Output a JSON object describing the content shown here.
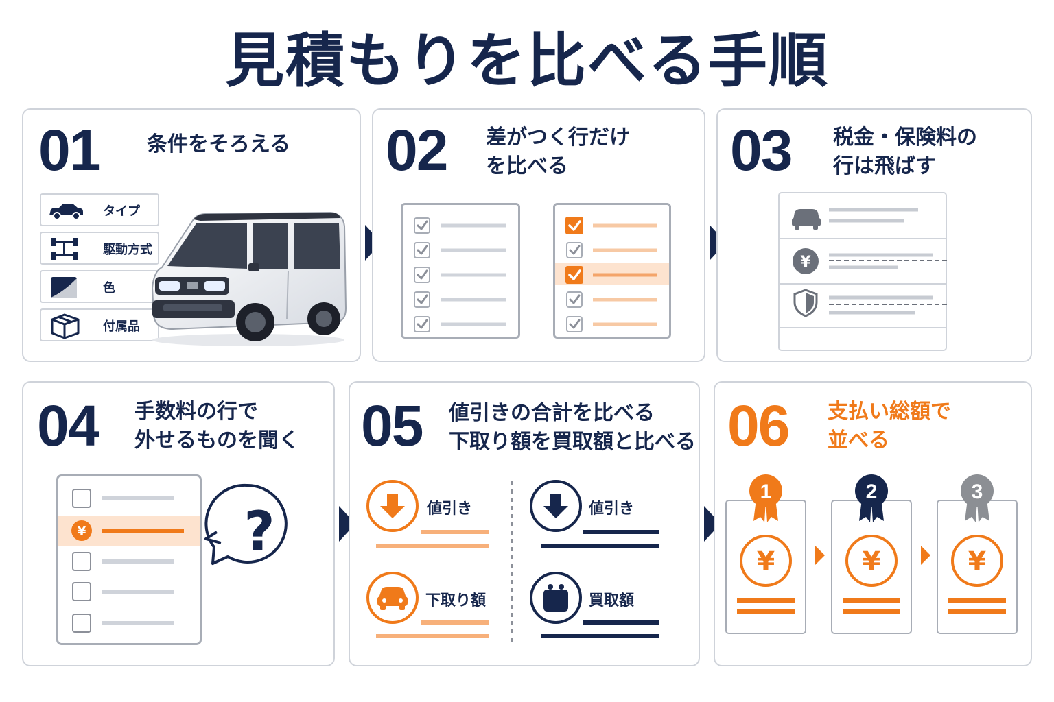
{
  "title": "見積もりを比べる手順",
  "colors": {
    "navy": "#16264c",
    "orange": "#f07a1a",
    "light_orange": "#f7b07a",
    "gray": "#a8adb6",
    "border": "#cfd3da",
    "silver": "#8c8f94"
  },
  "steps": [
    {
      "number": "01",
      "heading_lines": [
        "条件をそろえる"
      ],
      "options": [
        {
          "icon": "car-icon",
          "label": "タイプ"
        },
        {
          "icon": "drivetrain-icon",
          "label": "駆動方式"
        },
        {
          "icon": "paint-color-icon",
          "label": "色"
        },
        {
          "icon": "package-box-icon",
          "label": "付属品"
        }
      ],
      "image": "white-kei-car-image"
    },
    {
      "number": "02",
      "heading_lines": [
        "差がつく行だけ",
        "を比べる"
      ]
    },
    {
      "number": "03",
      "heading_lines": [
        "税金・保険料の",
        "行は飛ばす"
      ],
      "icons": [
        "car-icon",
        "yen-coin-icon",
        "shield-icon"
      ]
    },
    {
      "number": "04",
      "heading_lines": [
        "手数料の行で",
        "外せるものを聞く"
      ]
    },
    {
      "number": "05",
      "heading_lines": [
        "値引きの合計を比べる",
        "下取り額を買取額と比べる"
      ],
      "items": [
        {
          "icon": "down-arrow-circle-icon",
          "label": "値引き",
          "tone": "orange"
        },
        {
          "icon": "down-arrow-circle-icon",
          "label": "値引き",
          "tone": "navy"
        },
        {
          "icon": "car-circle-icon",
          "label": "下取り額",
          "tone": "orange"
        },
        {
          "icon": "wallet-circle-icon",
          "label": "買取額",
          "tone": "navy"
        }
      ]
    },
    {
      "number": "06",
      "heading_lines": [
        "支払い総額で",
        "並べる"
      ],
      "ranks": [
        "1",
        "2",
        "3"
      ],
      "yen": "¥"
    }
  ]
}
